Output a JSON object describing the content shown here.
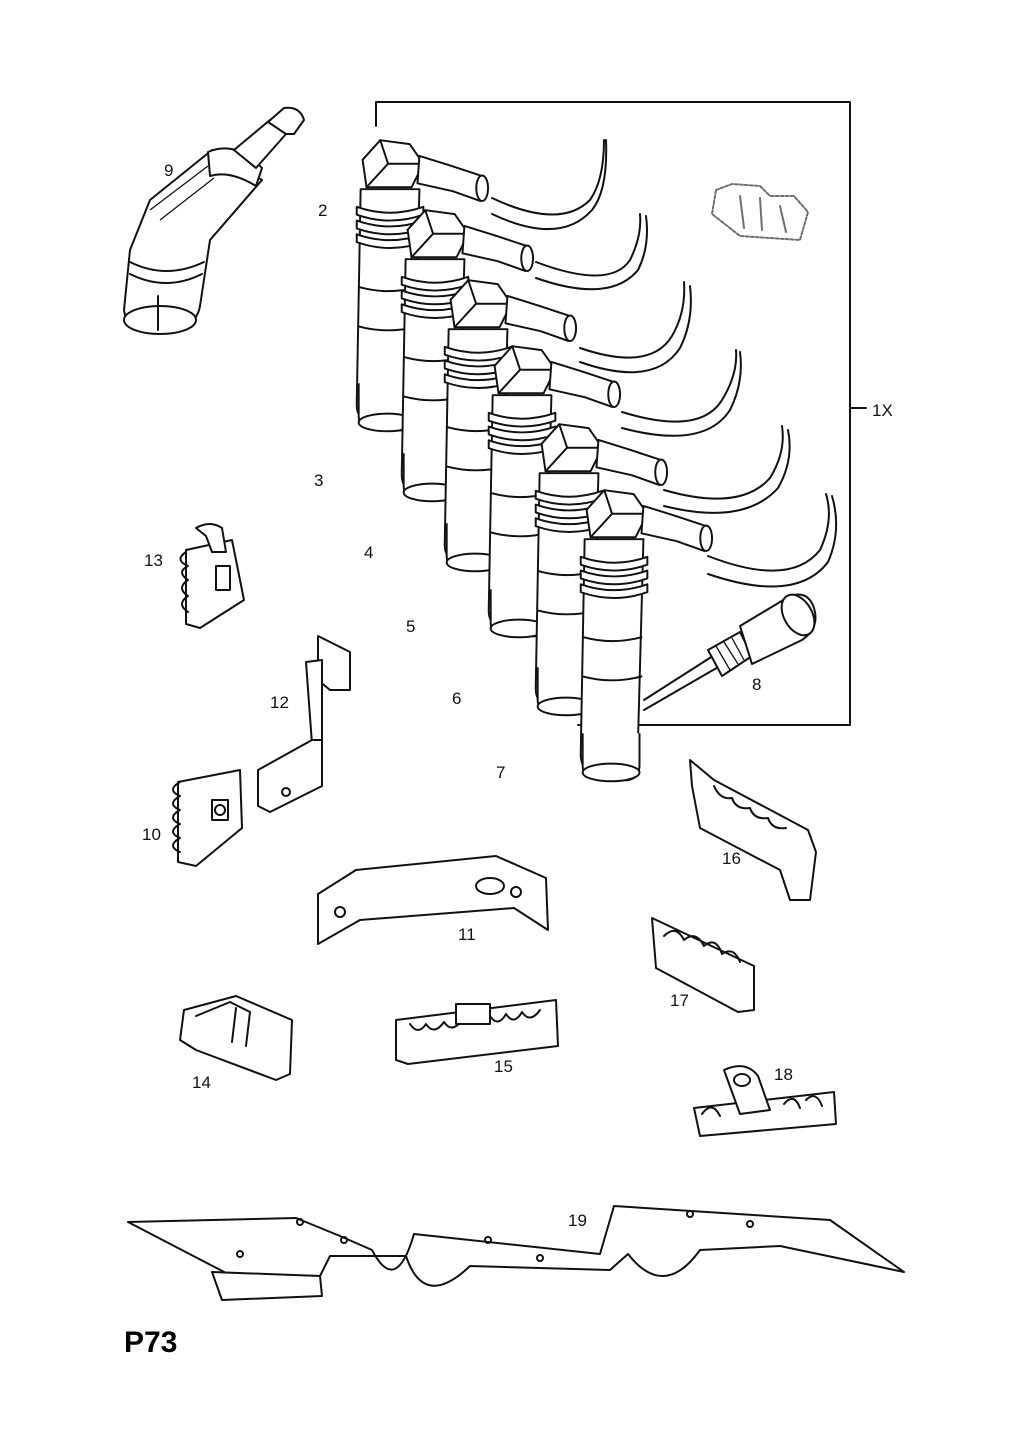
{
  "page_code": "P73",
  "set_label": "1X",
  "part_labels": {
    "p2": "2",
    "p3": "3",
    "p4": "4",
    "p5": "5",
    "p6": "6",
    "p7": "7",
    "p8": "8",
    "p9": "9",
    "p10": "10",
    "p11": "11",
    "p12": "12",
    "p13": "13",
    "p14": "14",
    "p15": "15",
    "p16": "16",
    "p17": "17",
    "p18": "18",
    "p19": "19"
  }
}
